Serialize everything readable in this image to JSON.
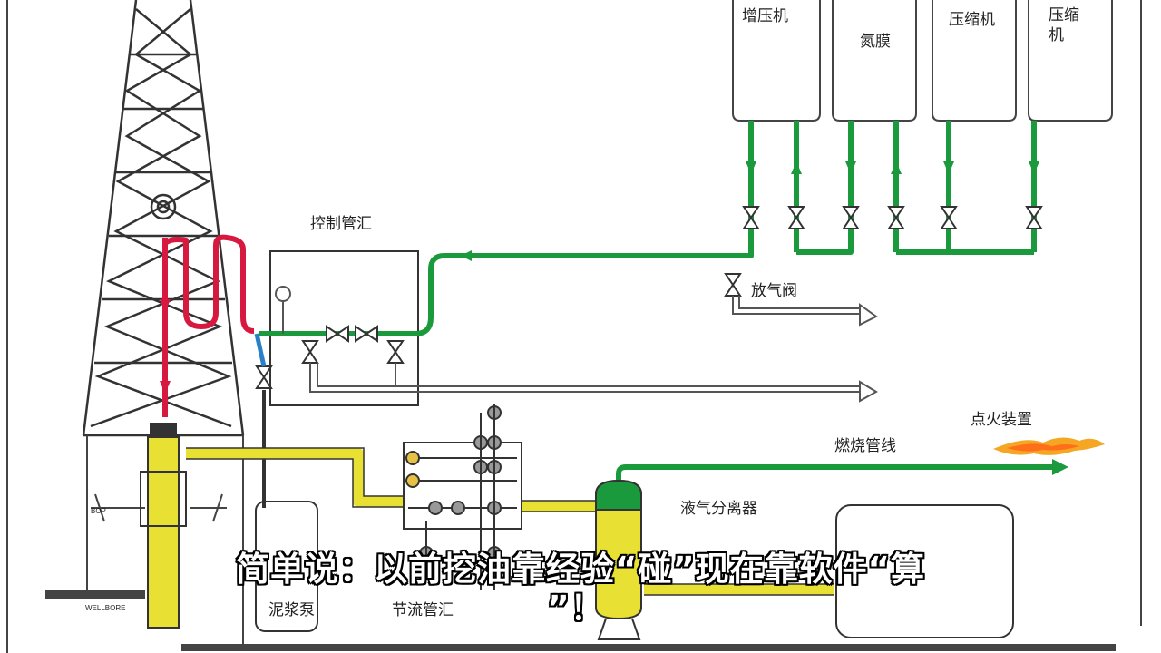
{
  "labels": {
    "booster": "增压机",
    "nitrogen_membrane": "氮膜",
    "compressor_1": "压缩机",
    "compressor_2_line1": "压缩",
    "compressor_2_line2": "机",
    "control_manifold": "控制管汇",
    "vent_valve": "放气阀",
    "ignition_device": "点火装置",
    "flare_line": "燃烧管线",
    "separator": "液气分离器",
    "mud_pump": "泥浆泵",
    "choke_manifold": "节流管汇",
    "bop": "BOP",
    "wellbore": "WELLBORE"
  },
  "caption": {
    "line1": "简单说：以前挖油靠经验“碰”现在靠软件“算",
    "line2": "”！"
  },
  "colors": {
    "gas_line": "#1a9a3c",
    "hot_line": "#d8193f",
    "mud_line": "#e8e033",
    "outline": "#333333",
    "flame": "#f5a623"
  }
}
